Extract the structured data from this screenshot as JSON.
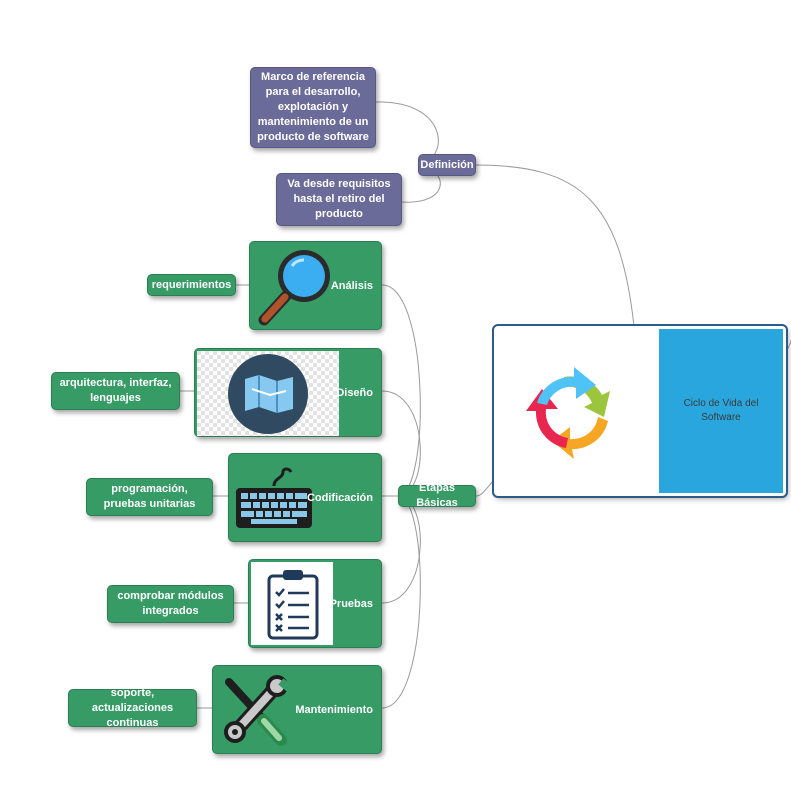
{
  "root": {
    "title": "Ciclo de Vida del Software",
    "icon": "cycle-arrows-icon"
  },
  "definicion": {
    "label": "Definición",
    "items": [
      "Marco de referencia para el desarrollo, explotación y mantenimiento de un producto de software",
      "Va desde requisitos hasta el retiro del producto"
    ]
  },
  "etapas": {
    "label": "Etapas Básicas",
    "stages": [
      {
        "label": "Análisis",
        "detail": "requerimientos",
        "icon": "magnifier-icon"
      },
      {
        "label": "Diseño",
        "detail": "arquitectura, interfaz, lenguajes",
        "icon": "map-icon"
      },
      {
        "label": "Codificación",
        "detail": "programación, pruebas unitarias",
        "icon": "keyboard-icon"
      },
      {
        "label": "Pruebas",
        "detail": "comprobar módulos integrados",
        "icon": "checklist-icon"
      },
      {
        "label": "Mantenimiento",
        "detail": "soporte, actualizaciones continuas",
        "icon": "tools-icon"
      }
    ]
  },
  "colors": {
    "purple": "#6b6b9a",
    "green": "#379b66",
    "root_accent": "#2aa6df"
  }
}
